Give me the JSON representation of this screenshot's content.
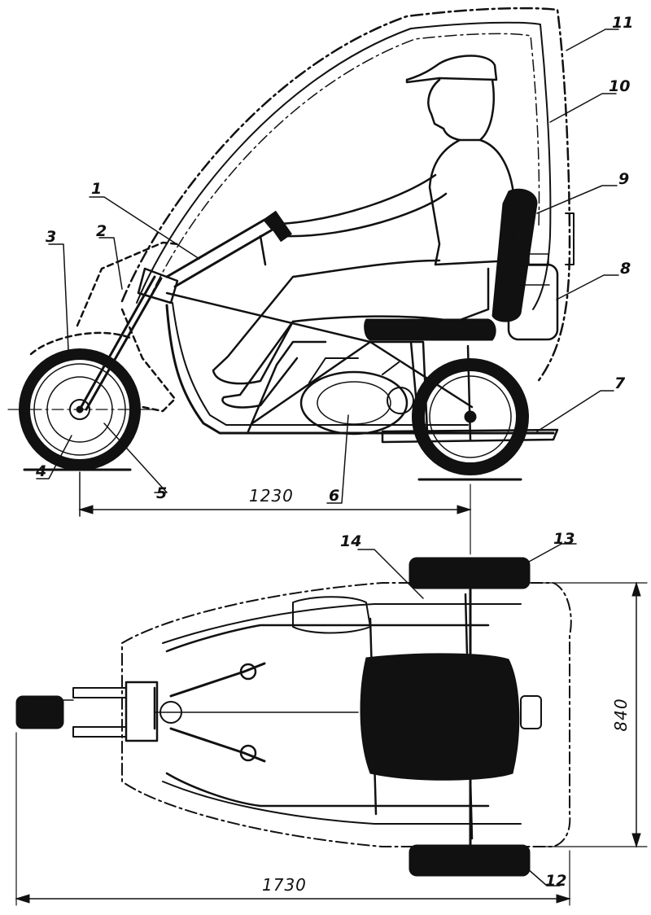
{
  "callouts": {
    "c1": "1",
    "c2": "2",
    "c3": "3",
    "c4": "4",
    "c5": "5",
    "c6": "6",
    "c7": "7",
    "c8": "8",
    "c9": "9",
    "c10": "10",
    "c11": "11",
    "c12": "12",
    "c13": "13",
    "c14": "14"
  },
  "dimensions": {
    "wheelbase": "1230",
    "track_width": "840",
    "overall_length": "1730"
  }
}
